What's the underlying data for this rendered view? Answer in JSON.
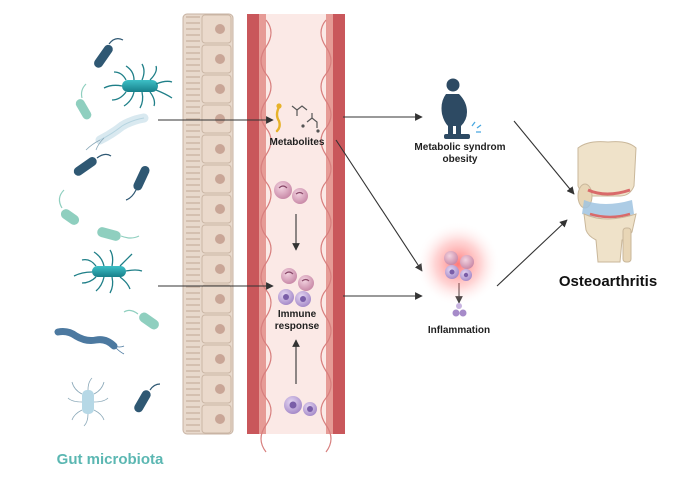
{
  "labels": {
    "metabolites": "Metabolites",
    "immune_line1": "Immune",
    "immune_line2": "response",
    "metabolic_line1": "Metabolic syndrom",
    "metabolic_line2": "obesity",
    "inflammation": "Inflammation",
    "osteoarthritis": "Osteoarthritis",
    "gut_microbiota": "Gut microbiota"
  },
  "colors": {
    "teal_bacteria": "#1f9aa3",
    "dark_bacteria": "#2f5873",
    "light_bacteria": "#8fcfbf",
    "epithelium": "#e8d9cc",
    "vessel_wall": "#c9575b",
    "vessel_lumen": "#fbe9e6",
    "inflammation_glow": "#ff5a5a",
    "gut_label": "#5bb7b2"
  },
  "icons": [
    "bacterium-icon",
    "metabolite-molecule-icon",
    "immune-cell-icon",
    "obese-person-icon",
    "knee-joint-icon"
  ]
}
